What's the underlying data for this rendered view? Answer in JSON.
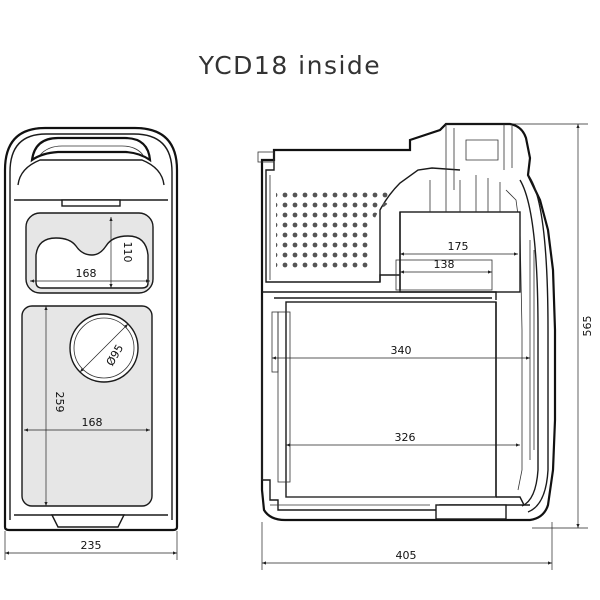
{
  "title": "YCD18 inside",
  "dimensions": {
    "front_compartment_width_top": "168",
    "front_compartment_height_top": "110",
    "front_bottle_diameter": "Ø95",
    "front_compartment_height_main": "259",
    "front_compartment_width_main": "168",
    "front_overall_width": "235",
    "side_upper_depth": "175",
    "side_upper_inner": "138",
    "side_inner_depth_top": "340",
    "side_inner_depth_bottom": "326",
    "side_overall_height": "565",
    "side_overall_depth": "405"
  },
  "colors": {
    "line": "#1a1a1a",
    "shade": "#e6e6e6"
  }
}
